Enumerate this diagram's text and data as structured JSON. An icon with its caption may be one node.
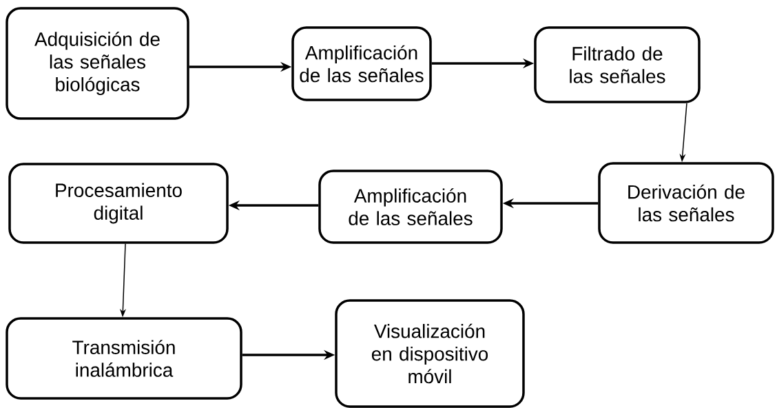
{
  "diagram": {
    "nodes": [
      {
        "text": [
          "Adquisición de las señales biológicas"
        ]
      },
      {
        "text": [
          "Amplificación de las señales"
        ]
      },
      {
        "text": [
          "Filtrado de las señales"
        ]
      },
      {
        "text": [
          "Derivación de las señales"
        ]
      },
      {
        "text": [
          "Amplificación de las señales"
        ]
      },
      {
        "text": [
          "Procesamiento digital"
        ]
      },
      {
        "text": [
          "Transmisión inalámbrica"
        ]
      },
      {
        "text": [
          "Visualización en dispositivo móvil"
        ]
      }
    ],
    "edges": [
      {
        "from": 0,
        "to": 1,
        "arrow": "to"
      },
      {
        "from": 1,
        "to": 2,
        "arrow": "to"
      },
      {
        "from": 2,
        "to": 3,
        "arrow": "to"
      },
      {
        "from": 3,
        "to": 4,
        "arrow": "to"
      },
      {
        "from": 4,
        "to": 5,
        "arrow": "to"
      },
      {
        "from": 5,
        "to": 6,
        "arrow": "to"
      },
      {
        "from": 6,
        "to": 7,
        "arrow": "to"
      }
    ]
  }
}
